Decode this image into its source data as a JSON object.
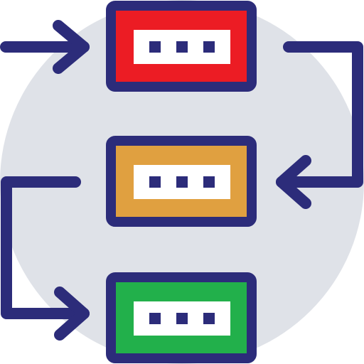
{
  "colors": {
    "outline": "#2c2c7a",
    "background_circle": "#dfe2e8",
    "panel": "#ffffff"
  },
  "icon": {
    "name": "process-flow-icon"
  },
  "blocks": [
    {
      "name": "process-block-top",
      "fill": "#ec1c24",
      "dots": 3
    },
    {
      "name": "process-block-middle",
      "fill": "#e0a040",
      "dots": 3
    },
    {
      "name": "process-block-bottom",
      "fill": "#22b04b",
      "dots": 3
    }
  ],
  "arrows": [
    {
      "name": "arrow-into-top-block-icon"
    },
    {
      "name": "arrow-top-to-middle-icon"
    },
    {
      "name": "arrow-middle-to-bottom-icon"
    }
  ]
}
